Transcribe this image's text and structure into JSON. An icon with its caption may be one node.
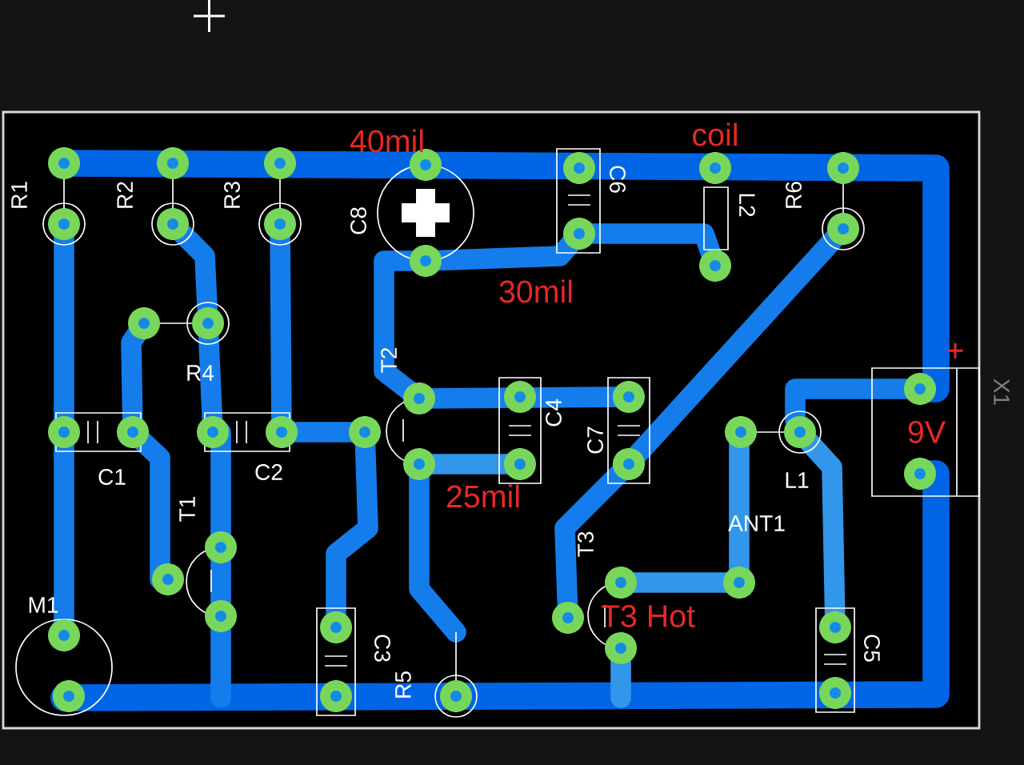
{
  "diagram": {
    "labels": [
      "40mil",
      "R1",
      "R2",
      "R3",
      "C8",
      "C6",
      "coil",
      "L2",
      "R6",
      "30mil",
      "R4",
      "T2",
      "C4",
      "C7",
      "X1",
      "+",
      "9V",
      "C1",
      "C2",
      "25mil",
      "L1",
      "ANT1",
      "T1",
      "T3",
      "T3 Hot",
      "M1",
      "C3",
      "R5",
      "C5"
    ]
  }
}
